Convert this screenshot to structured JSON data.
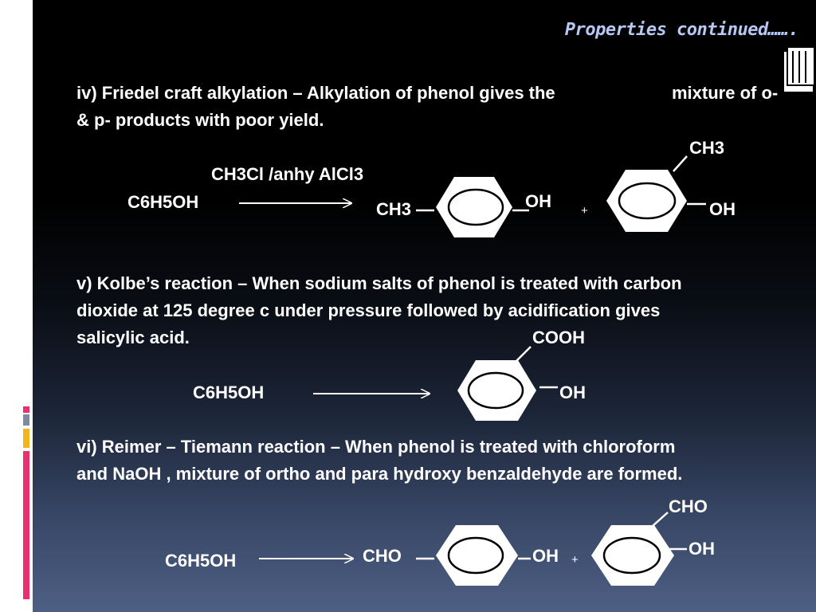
{
  "title": "Properties continued…….",
  "section_iv": {
    "line1": "iv)   Friedel craft alkylation – Alkylation of phenol gives the",
    "line1b": "mixture of o-",
    "line2": "& p- products with poor  yield.",
    "reagent": "CH3Cl /anhy AlCl3",
    "reactant": "C6H5OH",
    "product1_left": "CH3",
    "product1_right": "OH",
    "plus": "+",
    "product2_top": "CH3",
    "product2_right": "OH"
  },
  "section_v": {
    "line1": "v) Kolbe’s reaction – When sodium salts of phenol is treated with carbon",
    "line2": "dioxide at 125 degree c under pressure  followed by acidification  gives",
    "line3": "salicylic acid.",
    "reactant": "C6H5OH",
    "product_top": "COOH",
    "product_right": "OH"
  },
  "section_vi": {
    "line1": "vi) Reimer – Tiemann reaction – When phenol is treated with  chloroform",
    "line2": "and NaOH , mixture of ortho and para hydroxy benzaldehyde are formed.",
    "reactant": "C6H5OH",
    "product1_left": "CHO",
    "product1_right": "OH",
    "plus": "+",
    "product2_top": "CHO",
    "product2_right": "OH"
  },
  "colors": {
    "title": "#b7c8f5",
    "accent_pink": "#e8326f",
    "accent_yellow": "#f2b61c",
    "accent_grey": "#7e8aa0",
    "ring_fill": "#ffffff"
  }
}
